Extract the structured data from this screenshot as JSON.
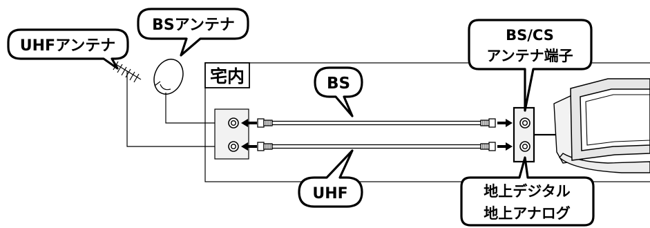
{
  "labels": {
    "uhf_antenna": "UHFアンテナ",
    "bs_antenna": "BSアンテナ",
    "indoor": "宅内",
    "bs_cable": "BS",
    "uhf_cable": "UHF",
    "bscs_terminal_line1": "BS/CS",
    "bscs_terminal_line2": "アンテナ端子",
    "terrestrial_line1": "地上デジタル",
    "terrestrial_line2": "地上アナログ"
  },
  "colors": {
    "line": "#000000",
    "background": "#ffffff",
    "box_fill": "#f2f2f2"
  }
}
